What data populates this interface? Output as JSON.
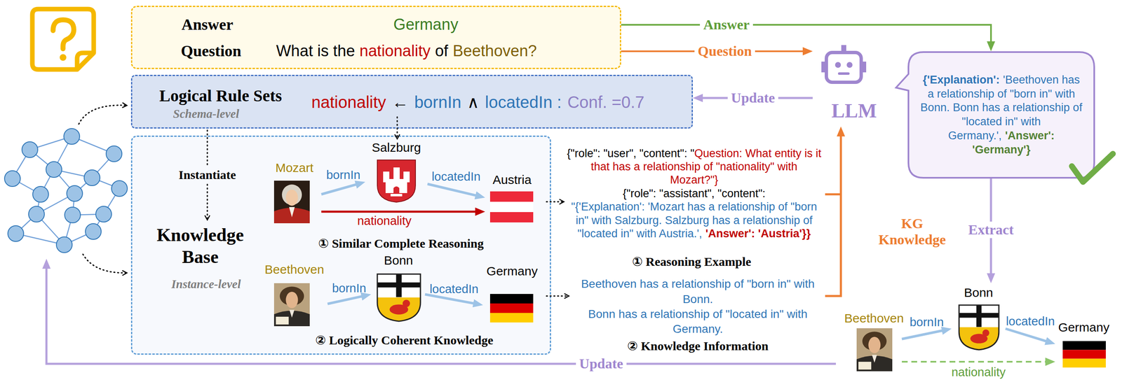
{
  "diagram": {
    "nodes": [
      {
        "text": [
          "Answer",
          "Question",
          "Germany",
          "What is the",
          "nationality",
          "of",
          "Beethoven?"
        ]
      },
      {
        "text": [
          "Logical Rule Sets",
          "Schema-level",
          "nationality",
          "←",
          "bornIn",
          "∧",
          "locatedIn :",
          "Conf. =0.7"
        ]
      },
      {
        "text": [
          "Knowledge Base",
          "Instance-level",
          "① Similar Complete Reasoning",
          "② Logically Coherent Knowledge"
        ]
      },
      {
        "text": [
          "Mozart"
        ],
        "in": 2
      },
      {
        "text": [
          "Salzburg"
        ],
        "in": 2
      },
      {
        "text": [
          "Austria"
        ],
        "in": 2
      },
      {
        "text": [
          "Beethoven"
        ],
        "in": 2
      },
      {
        "text": [
          "Bonn"
        ],
        "in": 2
      },
      {
        "text": [
          "Germany"
        ],
        "in": 2
      },
      {
        "text": [
          "LLM"
        ]
      },
      {
        "text": [
          "{'Explanation':",
          "'Beethoven has a relationship of \"born in\" with Bonn. Bonn has a relationship of \"located in\" with Germany.',",
          "'Answer': 'Germany'}"
        ]
      },
      {
        "text": [
          "Beethoven"
        ]
      },
      {
        "text": [
          "Bonn"
        ]
      },
      {
        "text": [
          "Germany"
        ]
      }
    ],
    "edges": [
      {
        "from": 3,
        "to": 4,
        "arrow": "to",
        "label": "bornIn"
      },
      {
        "from": 4,
        "to": 5,
        "arrow": "to",
        "label": "locatedIn"
      },
      {
        "from": 3,
        "to": 5,
        "arrow": "to",
        "label": "nationality"
      },
      {
        "from": 6,
        "to": 7,
        "arrow": "to",
        "label": "bornIn"
      },
      {
        "from": 7,
        "to": 8,
        "arrow": "to",
        "label": "locatedIn"
      },
      {
        "from": 0,
        "to": 10,
        "arrow": "to",
        "label": "Answer"
      },
      {
        "from": 0,
        "to": 9,
        "arrow": "to",
        "label": "Question"
      },
      {
        "from": 9,
        "to": 1,
        "arrow": "to",
        "label": "Update"
      },
      {
        "from": 10,
        "to": 12,
        "arrow": "to",
        "label": "Extract"
      },
      {
        "from": 11,
        "to": 12,
        "arrow": "to",
        "label": "bornIn"
      },
      {
        "from": 12,
        "to": 13,
        "arrow": "to",
        "label": "locatedIn"
      },
      {
        "from": 11,
        "to": 13,
        "arrow": "to",
        "label": "nationality"
      }
    ],
    "labels": [
      "Instantiate",
      "{\"role\": \"user\", \"content\": \"",
      "Question: What entity is it that has a relationship of \"nationality\" with Mozart?\"}",
      "{\"role\": \"assistant\", \"content\":",
      "\"{'Explanation': 'Mozart has a relationship of \"born in\" with Salzburg. Salzburg has a relationship of \"located in\" with Austria.',",
      "'Answer': 'Austria'}}",
      "① Reasoning Example",
      "Beethoven has a relationship of \"born in\" with Bonn.",
      "Bonn has a relationship of \"located in\" with Germany.",
      "② Knowledge Information",
      "KG Knowledge",
      "Update"
    ]
  }
}
